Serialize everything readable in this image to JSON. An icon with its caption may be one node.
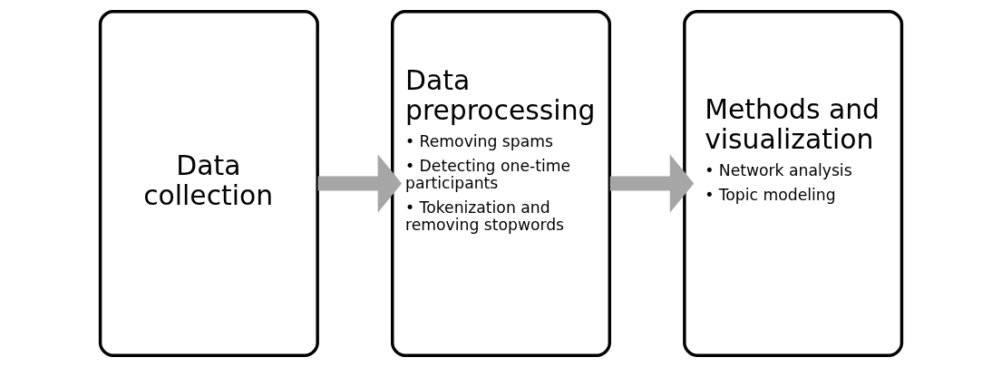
{
  "diagram": {
    "nodes": [
      {
        "text": [
          "Data collection"
        ]
      },
      {
        "text": [
          "Data preprocessing",
          "• Removing spams",
          "• Detecting one-time participants",
          "• Tokenization and removing stopwords"
        ]
      },
      {
        "text": [
          "Methods and visualization",
          "• Network analysis",
          "• Topic modeling"
        ]
      }
    ],
    "edges": [
      {
        "from": 0,
        "to": 1,
        "arrow": "to"
      },
      {
        "from": 1,
        "to": 2,
        "arrow": "to"
      }
    ]
  }
}
